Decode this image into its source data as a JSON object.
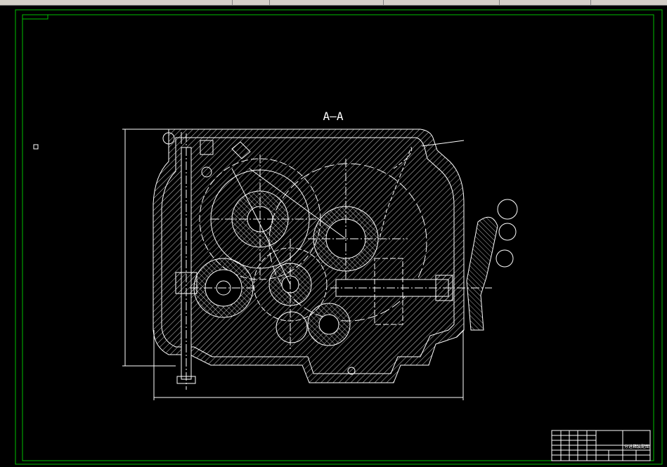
{
  "section_label": "A—A",
  "title_block": {
    "drawing_name": "分进箱装配图"
  },
  "colors": {
    "background": "#000000",
    "line": "#ffffff",
    "frame": "#00c000",
    "toolbar": "#d4d0c8"
  },
  "icons": [
    "toolbar-strip",
    "ucs-marker-icon"
  ]
}
